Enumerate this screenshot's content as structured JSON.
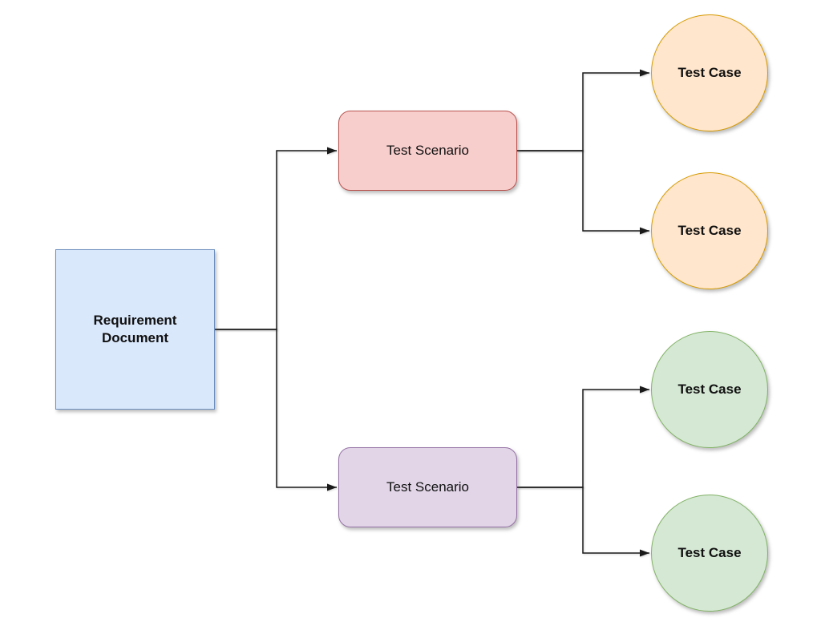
{
  "diagram": {
    "background": "#ffffff",
    "edge_color": "#1a1a1a",
    "nodes": [
      {
        "id": "requirement-document",
        "label": "Requirement Document",
        "shape": "rectangle",
        "fill": "#dae8fc",
        "stroke": "#6c8ebf",
        "text_bold": true
      },
      {
        "id": "test-scenario-1",
        "label": "Test Scenario",
        "shape": "rounded-rectangle",
        "fill": "#f8cecc",
        "stroke": "#b85450",
        "text_bold": false
      },
      {
        "id": "test-scenario-2",
        "label": "Test Scenario",
        "shape": "rounded-rectangle",
        "fill": "#e1d5e7",
        "stroke": "#9673a6",
        "text_bold": false
      },
      {
        "id": "test-case-1",
        "label": "Test Case",
        "shape": "circle",
        "fill": "#ffe6cc",
        "stroke": "#d79b00",
        "text_bold": true
      },
      {
        "id": "test-case-2",
        "label": "Test Case",
        "shape": "circle",
        "fill": "#ffe6cc",
        "stroke": "#d79b00",
        "text_bold": true
      },
      {
        "id": "test-case-3",
        "label": "Test Case",
        "shape": "circle",
        "fill": "#d5e8d4",
        "stroke": "#82b366",
        "text_bold": true
      },
      {
        "id": "test-case-4",
        "label": "Test Case",
        "shape": "circle",
        "fill": "#d5e8d4",
        "stroke": "#82b366",
        "text_bold": true
      }
    ],
    "edges": [
      {
        "from": "requirement-document",
        "to": "test-scenario-1",
        "arrow": true
      },
      {
        "from": "requirement-document",
        "to": "test-scenario-2",
        "arrow": true
      },
      {
        "from": "test-scenario-1",
        "to": "test-case-1",
        "arrow": true
      },
      {
        "from": "test-scenario-1",
        "to": "test-case-2",
        "arrow": true
      },
      {
        "from": "test-scenario-2",
        "to": "test-case-3",
        "arrow": true
      },
      {
        "from": "test-scenario-2",
        "to": "test-case-4",
        "arrow": true
      }
    ]
  }
}
